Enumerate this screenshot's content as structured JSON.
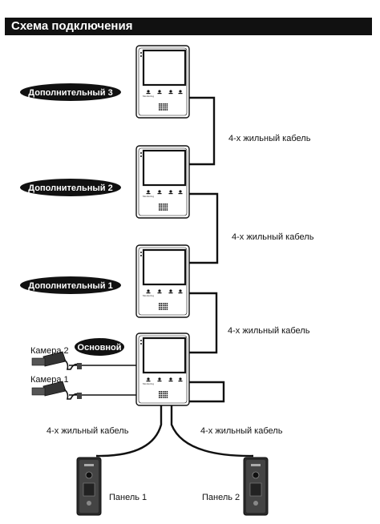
{
  "header": {
    "title": "Схема подключения"
  },
  "monitors": [
    {
      "label": "Дополнительный 3"
    },
    {
      "label": "Дополнительный 2"
    },
    {
      "label": "Дополнительный 1"
    },
    {
      "label": "Основной"
    }
  ],
  "cable_label": "4-х жильный кабель",
  "cameras": [
    {
      "label": "Камера 2"
    },
    {
      "label": "Камера 1"
    }
  ],
  "panels": [
    {
      "label": "Панель 1"
    },
    {
      "label": "Панель 2"
    }
  ],
  "button_caption": "Monitoring",
  "colors": {
    "ink": "#111111",
    "screen": "#ffffff",
    "header": "#111111"
  }
}
